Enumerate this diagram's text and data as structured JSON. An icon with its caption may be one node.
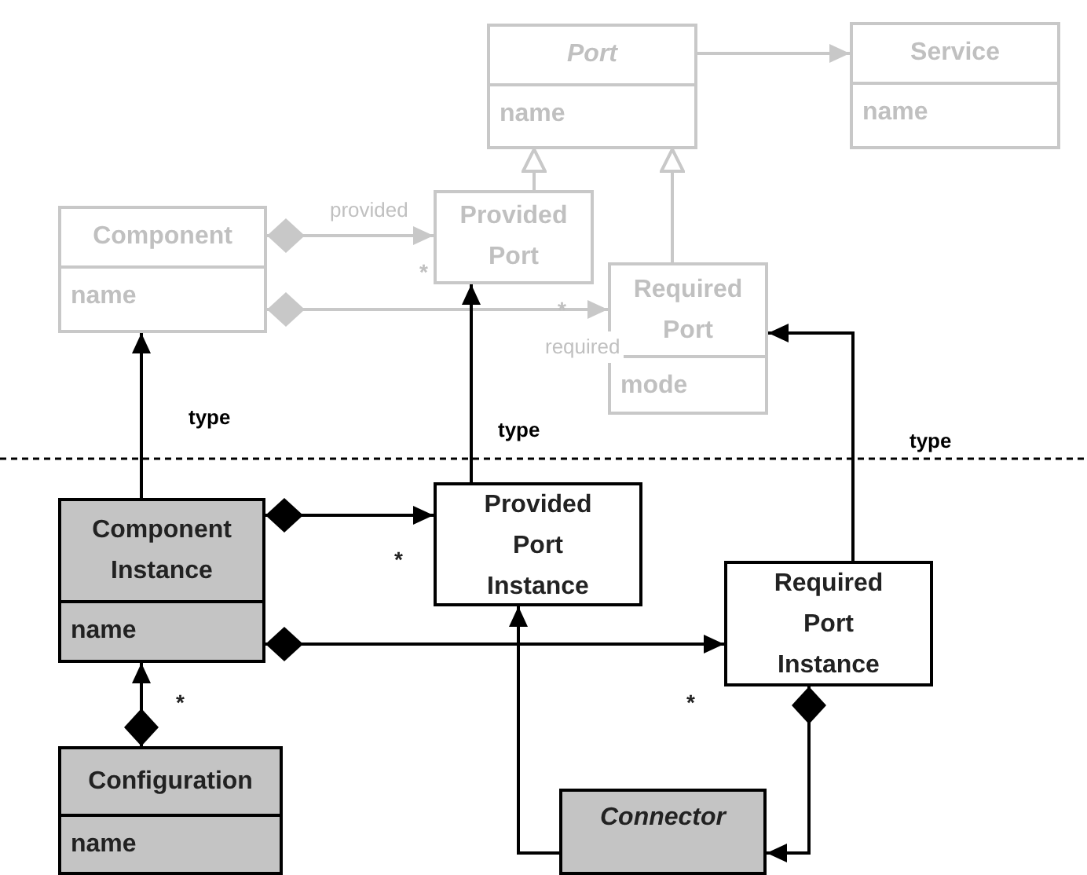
{
  "diagram": {
    "nodes": [
      {
        "text": [
          "Port",
          "name"
        ]
      },
      {
        "text": [
          "Service",
          "name"
        ]
      },
      {
        "text": [
          "Component",
          "name"
        ]
      },
      {
        "text": [
          "Provided Port"
        ]
      },
      {
        "text": [
          "Required Port",
          "mode"
        ]
      },
      {
        "text": [
          "Component Instance",
          "name"
        ]
      },
      {
        "text": [
          "Provided Port Instance"
        ]
      },
      {
        "text": [
          "Required Port Instance"
        ]
      },
      {
        "text": [
          "Configuration",
          "name"
        ]
      },
      {
        "text": [
          "Connector"
        ]
      }
    ],
    "edges": [
      {
        "from": 0,
        "to": 1,
        "arrow": "to",
        "color": "#c8c8c8"
      },
      {
        "from": 3,
        "to": 0,
        "arrow": "to",
        "color": "#c8c8c8"
      },
      {
        "from": 4,
        "to": 0,
        "arrow": "to",
        "color": "#c8c8c8"
      },
      {
        "from": 2,
        "to": 3,
        "arrow": "to",
        "label": "provided",
        "color": "#c8c8c8"
      },
      {
        "from": 2,
        "to": 4,
        "arrow": "to",
        "label": "required",
        "color": "#c8c8c8"
      },
      {
        "from": 5,
        "to": 2,
        "arrow": "to",
        "label": "type"
      },
      {
        "from": 6,
        "to": 3,
        "arrow": "to",
        "label": "type"
      },
      {
        "from": 7,
        "to": 4,
        "arrow": "to",
        "label": "type"
      },
      {
        "from": 5,
        "to": 6,
        "arrow": "to"
      },
      {
        "from": 5,
        "to": 7,
        "arrow": "to"
      },
      {
        "from": 8,
        "to": 5,
        "arrow": "to"
      },
      {
        "from": 7,
        "to": 9,
        "arrow": "to"
      },
      {
        "from": 9,
        "to": 6,
        "arrow": "to"
      }
    ],
    "labels": [
      "*",
      "*",
      "*",
      "*",
      "*"
    ]
  }
}
